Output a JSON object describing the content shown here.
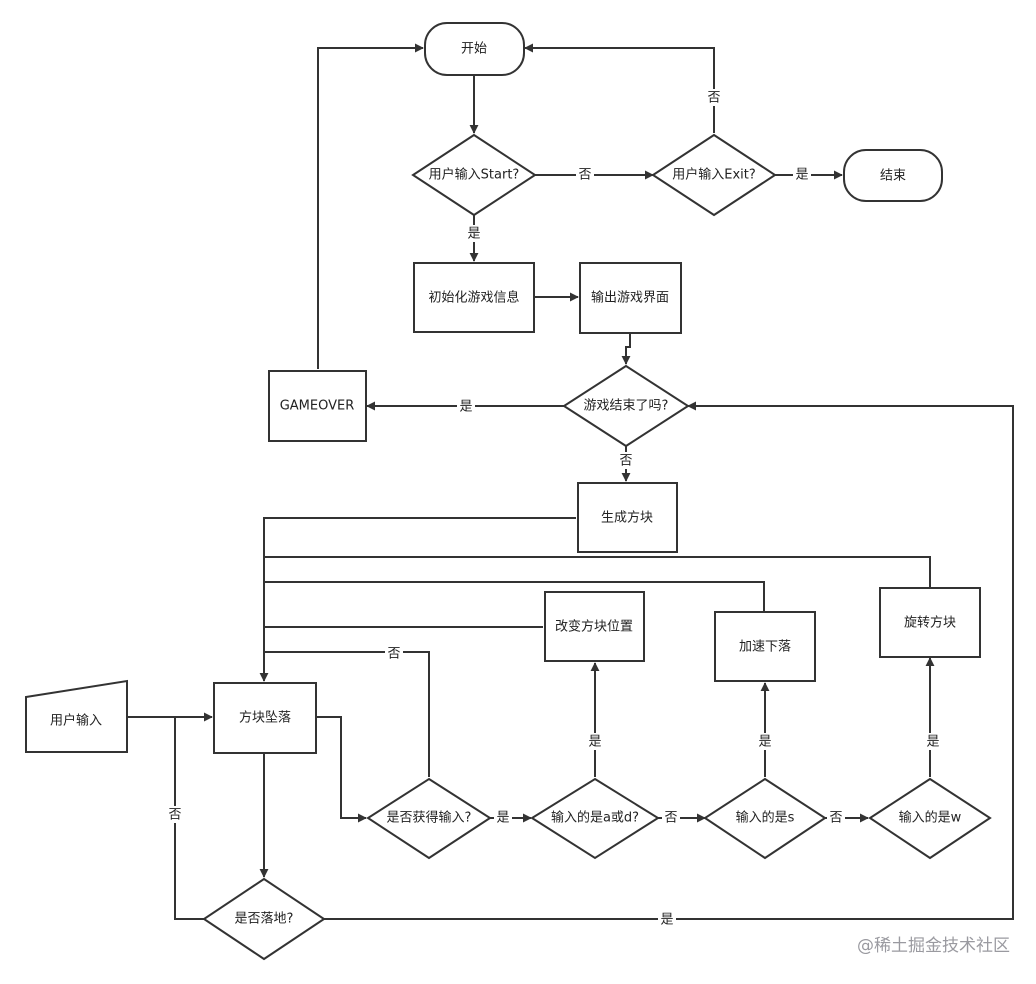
{
  "nodes": {
    "start": "开始",
    "start_q": "用户输入Start?",
    "exit_q": "用户输入Exit?",
    "end": "结束",
    "init": "初始化游戏信息",
    "render": "输出游戏界面",
    "gameover": "GAMEOVER",
    "over_q": "游戏结束了吗?",
    "gen": "生成方块",
    "move": "改变方块位置",
    "speed": "加速下落",
    "rotate": "旋转方块",
    "user_input": "用户输入",
    "fall": "方块坠落",
    "input_q": "是否获得输入?",
    "ad_q": "输入的是a或d?",
    "s_q": "输入的是s",
    "w_q": "输入的是w",
    "landed_q": "是否落地?"
  },
  "edges": {
    "yes": "是",
    "no": "否"
  },
  "watermark": "@稀土掘金技术社区"
}
